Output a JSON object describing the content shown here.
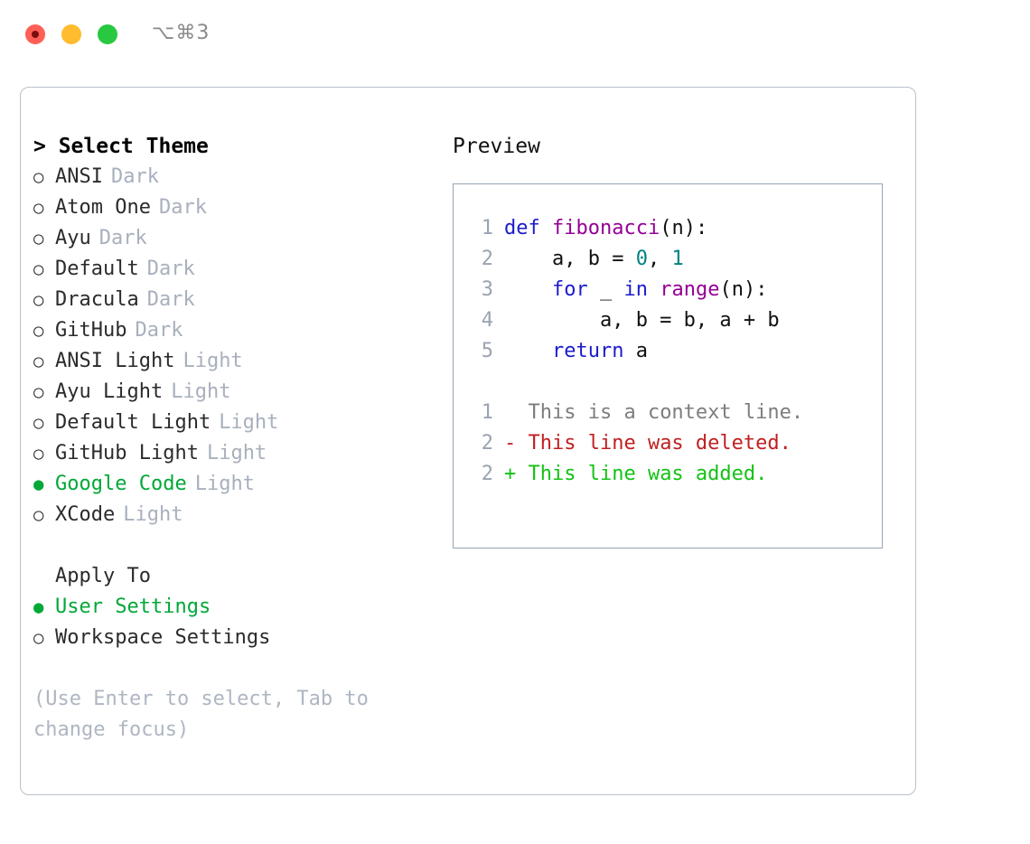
{
  "titlebar": {
    "shortcut": "⌥⌘3",
    "buttons": [
      {
        "name": "close",
        "color": "#ff5f57"
      },
      {
        "name": "minimize",
        "color": "#febc2e"
      },
      {
        "name": "maximize",
        "color": "#28c840"
      }
    ]
  },
  "theme_picker": {
    "header": "> Select Theme",
    "selected_marker": "●",
    "unselected_marker": "○",
    "accent_color": "#00a838",
    "tag_color": "#a8b0bd",
    "themes": [
      {
        "marker": "○",
        "name": "ANSI",
        "tag": "Dark",
        "selected": false
      },
      {
        "marker": "○",
        "name": "Atom One",
        "tag": "Dark",
        "selected": false
      },
      {
        "marker": "○",
        "name": "Ayu",
        "tag": "Dark",
        "selected": false
      },
      {
        "marker": "○",
        "name": "Default",
        "tag": "Dark",
        "selected": false
      },
      {
        "marker": "○",
        "name": "Dracula",
        "tag": "Dark",
        "selected": false
      },
      {
        "marker": "○",
        "name": "GitHub",
        "tag": "Dark",
        "selected": false
      },
      {
        "marker": "○",
        "name": "ANSI Light",
        "tag": "Light",
        "selected": false
      },
      {
        "marker": "○",
        "name": "Ayu Light",
        "tag": "Light",
        "selected": false
      },
      {
        "marker": "○",
        "name": "Default Light",
        "tag": "Light",
        "selected": false
      },
      {
        "marker": "○",
        "name": "GitHub Light",
        "tag": "Light",
        "selected": false
      },
      {
        "marker": "●",
        "name": "Google Code",
        "tag": "Light",
        "selected": true
      },
      {
        "marker": "○",
        "name": "XCode",
        "tag": "Light",
        "selected": false
      }
    ]
  },
  "apply_to": {
    "header": "Apply To",
    "options": [
      {
        "marker": "●",
        "name": "User Settings",
        "selected": true
      },
      {
        "marker": "○",
        "name": "Workspace Settings",
        "selected": false
      }
    ]
  },
  "hint": "(Use Enter to select, Tab to change focus)",
  "preview": {
    "title": "Preview",
    "code_lines": [
      {
        "number": "1",
        "tokens": [
          {
            "text": "def ",
            "kind": "kw"
          },
          {
            "text": "fibonacci",
            "kind": "fn"
          },
          {
            "text": "(n):",
            "kind": "pl"
          }
        ]
      },
      {
        "number": "2",
        "tokens": [
          {
            "text": "    a, b = ",
            "kind": "pl"
          },
          {
            "text": "0",
            "kind": "num"
          },
          {
            "text": ", ",
            "kind": "pl"
          },
          {
            "text": "1",
            "kind": "num"
          }
        ]
      },
      {
        "number": "3",
        "tokens": [
          {
            "text": "    ",
            "kind": "pl"
          },
          {
            "text": "for",
            "kind": "kw"
          },
          {
            "text": " _ ",
            "kind": "pl"
          },
          {
            "text": "in",
            "kind": "kw"
          },
          {
            "text": " ",
            "kind": "pl"
          },
          {
            "text": "range",
            "kind": "fn"
          },
          {
            "text": "(n):",
            "kind": "pl"
          }
        ]
      },
      {
        "number": "4",
        "tokens": [
          {
            "text": "        a, b = b, a + b",
            "kind": "pl"
          }
        ]
      },
      {
        "number": "5",
        "tokens": [
          {
            "text": "    ",
            "kind": "pl"
          },
          {
            "text": "return",
            "kind": "kw"
          },
          {
            "text": " a",
            "kind": "pl"
          }
        ]
      }
    ],
    "diff_lines": [
      {
        "number": "1",
        "sign": " ",
        "text": " This is a context line.",
        "kind": "ctx"
      },
      {
        "number": "2",
        "sign": "-",
        "text": " This line was deleted.",
        "kind": "del"
      },
      {
        "number": "2",
        "sign": "+",
        "text": " This line was added.",
        "kind": "add"
      }
    ],
    "syntax_colors": {
      "keyword": "#1c1ccc",
      "function": "#950095",
      "number": "#008080",
      "plain": "#111111",
      "line_number": "#9aa3b0",
      "diff_context": "#7d7d7d",
      "diff_deleted": "#c02020",
      "diff_added": "#14c214"
    },
    "border_color": "#98a4b3"
  }
}
